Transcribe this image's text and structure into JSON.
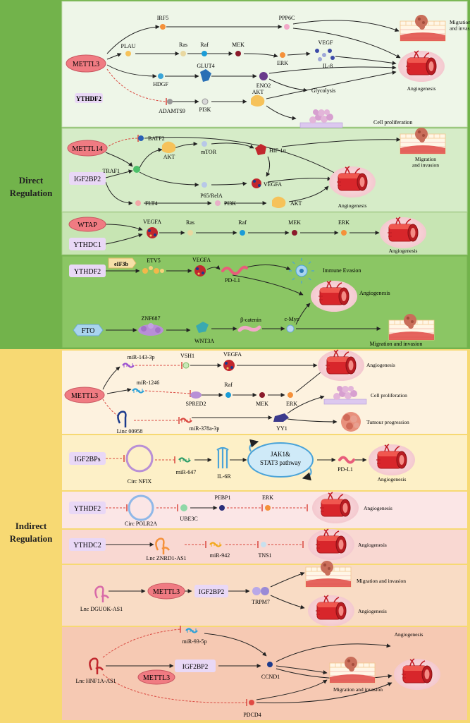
{
  "groups": {
    "direct": "Direct Regulation",
    "indirect": "Indirect Regulation"
  },
  "colors": {
    "direct_bar": "#72b34b",
    "indirect_bar": "#f7d973",
    "red_node": "#f07b82",
    "purple_node": "#e9d8f6",
    "blue_node": "#a9d4ee",
    "arrow": "#222222",
    "inhibit": "#d9473f"
  },
  "p1": {
    "regulator": "METTL3",
    "reader": "YTHDF2",
    "irf5": "IRF5",
    "ppp6c": "PPP6C",
    "plau": "PLAU",
    "ras": "Ras",
    "raf": "Raf",
    "mek": "MEK",
    "erk": "ERK",
    "vegf": "VEGF",
    "il8": "IL-8",
    "hdgf": "HDGF",
    "glut4": "GLUT4",
    "eno2": "ENO2",
    "adamts9": "ADAMTS9",
    "pi3k": "PI3K",
    "akt": "AKT",
    "glycolysis": "Glycolysis",
    "migration": "Migration\nand invasion",
    "angiogenesis": "Angiogenesis",
    "proliferation": "Cell proliferation"
  },
  "p2": {
    "mettl14": "METTL14",
    "igf2bp2": "IGF2BP2",
    "batf2": "BATF2",
    "akt1": "AKT",
    "mtor": "mTOR",
    "hif": "HIF-1α",
    "traf1": "TRAF1",
    "p65": "P65/RelA",
    "vegfa": "VEGFA",
    "flt4": "FLT4",
    "pi3k": "PI3K",
    "akt2": "AKT",
    "migration": "Migration\nand invasion",
    "angiogenesis": "Angiogenesis"
  },
  "p3": {
    "wtap": "WTAP",
    "ythdc1": "YTHDC1",
    "vegfa": "VEGFA",
    "ras": "Ras",
    "raf": "Raf",
    "mek": "MEK",
    "erk": "ERK",
    "angiogenesis": "Angiogenesis"
  },
  "p4": {
    "ythdf2": "YTHDF2",
    "eif3b": "eIF3b",
    "etv5": "ETV5",
    "vegfa": "VEGFA",
    "pdl1": "PD-L1",
    "immune": "Immune Evasion",
    "angiogenesis": "Angiogenesis",
    "fto": "FTO",
    "znf687": "ZNF687",
    "wnt3a": "WNT3A",
    "bcatenin": "β-catenin",
    "cmyc": "c-Myc",
    "migration": "Migration and invasion"
  },
  "p5": {
    "mettl3": "METTL3",
    "mir143": "miR-143-3p",
    "vsh1": "VSH1",
    "vegfa": "VEGFA",
    "angiogenesis": "Angiogenesis",
    "mir1246": "miR-1246",
    "spred2": "SPRED2",
    "raf": "Raf",
    "mek": "MEK",
    "erk": "ERK",
    "proliferation": "Cell proliferation",
    "linc": "Linc 00958",
    "mir378": "miR-378a-3p",
    "yy1": "YY1",
    "tumour": "Tumour progression"
  },
  "p6": {
    "igf2bps": "IGF2BPs",
    "circnfix": "Circ NFIX",
    "mir647": "miR-647",
    "il6r": "IL-6R",
    "jak": "JAK1&\nSTAT3 pathway",
    "pdl1": "PD-L1",
    "angiogenesis": "Angiogenesis"
  },
  "p7": {
    "ythdf2": "YTHDF2",
    "circ": "Circ POLR2A",
    "ube3c": "UBE3C",
    "pebp1": "PEBP1",
    "erk": "ERK",
    "angiogenesis": "Angiogenesis"
  },
  "p8": {
    "ythdc2": "YTHDC2",
    "lnc": "Lnc ZNRD1-AS1",
    "mir942": "miR-942",
    "tns1": "TNS1",
    "angiogenesis": "Angiogenesis"
  },
  "p9": {
    "lnc": "Lnc DGUOK-AS1",
    "mettl3": "METTL3",
    "igf2bp2": "IGF2BP2",
    "trpm7": "TRPM7",
    "migration": "Migration and invasion",
    "angiogenesis": "Angiogenesis"
  },
  "p10": {
    "lnc": "Lnc HNF1A-AS1",
    "mir93": "miR-93-5p",
    "igf2bp2": "IGF2BP2",
    "mettl3": "METTL3",
    "ccnd1": "CCND1",
    "pdcd4": "PDCD4",
    "angiogenesis": "Angiogenesis",
    "migration": "Migration and invasion"
  }
}
